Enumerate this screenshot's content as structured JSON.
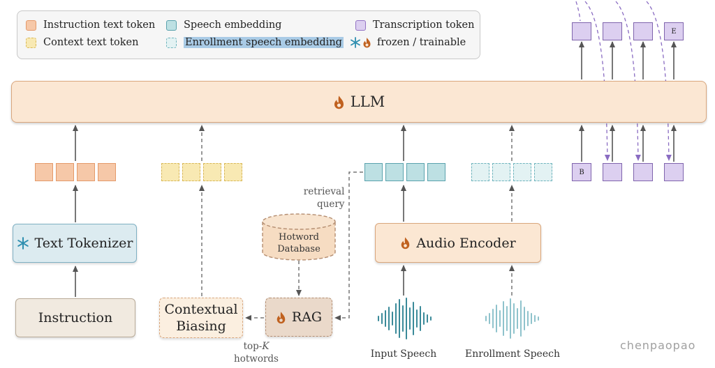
{
  "legend": {
    "instruction_text_token": "Instruction text token",
    "context_text_token": "Context text token",
    "speech_embedding": "Speech embedding",
    "enrollment_speech_embedding": "Enrollment speech embedding",
    "transcription_token": "Transcription token",
    "frozen_trainable": "frozen / trainable"
  },
  "llm": {
    "label": "LLM"
  },
  "components": {
    "text_tokenizer": "Text Tokenizer",
    "instruction": "Instruction",
    "contextual_biasing": "Contextual Biasing",
    "rag": "RAG",
    "audio_encoder": "Audio Encoder",
    "hotword_database_line1": "Hotword",
    "hotword_database_line2": "Database"
  },
  "labels": {
    "retrieval_query_line1": "retrieval",
    "retrieval_query_line2": "query",
    "top_k_line1_prefix": "top-",
    "top_k_line1_var": "K",
    "top_k_line2": "hotwords",
    "input_speech": "Input Speech",
    "enrollment_speech": "Enrollment Speech"
  },
  "tokens": {
    "begin_token": "B",
    "end_token": "E"
  },
  "watermark": "chenpaopao",
  "colors": {
    "instruction_token": "#f6c8a8",
    "context_token": "#f8e9b3",
    "speech_embedding": "#bde0e3",
    "enrollment_embedding": "#e3f2f3",
    "transcription_token": "#dccff0",
    "llm_fill": "#fbe7d3",
    "frozen_icon": "#2f8fb0",
    "trainable_icon": "#c0611f"
  }
}
